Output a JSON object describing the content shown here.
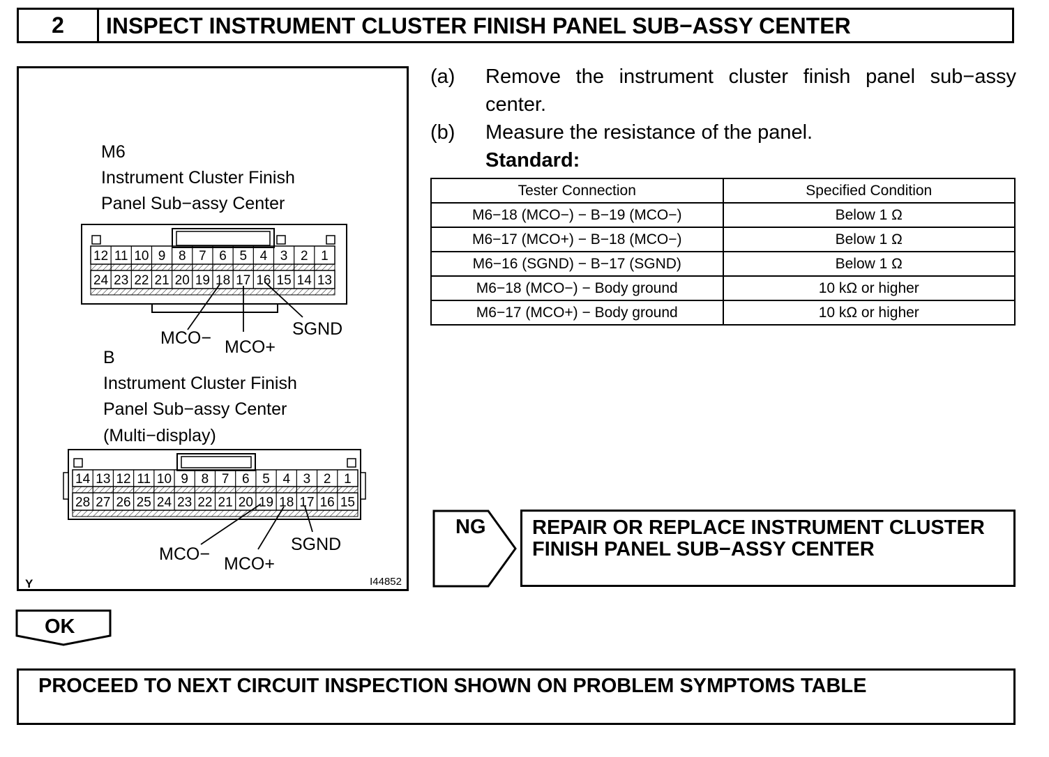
{
  "header": {
    "number": "2",
    "title": "INSPECT INSTRUMENT CLUSTER FINISH PANEL SUB−ASSY CENTER"
  },
  "figure": {
    "connector_m6": {
      "code": "M6",
      "name_line1": "Instrument Cluster Finish",
      "name_line2": "Panel Sub−assy Center",
      "top_pins": [
        "12",
        "11",
        "10",
        "9",
        "8",
        "7",
        "6",
        "5",
        "4",
        "3",
        "2",
        "1"
      ],
      "bottom_pins": [
        "24",
        "23",
        "22",
        "21",
        "20",
        "19",
        "18",
        "17",
        "16",
        "15",
        "14",
        "13"
      ],
      "label_mco_minus": "MCO−",
      "label_mco_plus": "MCO+",
      "label_sgnd": "SGND"
    },
    "connector_b": {
      "code": "B",
      "name_line1": "Instrument Cluster Finish",
      "name_line2": "Panel Sub−assy Center",
      "name_line3": "(Multi−display)",
      "top_pins": [
        "14",
        "13",
        "12",
        "11",
        "10",
        "9",
        "8",
        "7",
        "6",
        "5",
        "4",
        "3",
        "2",
        "1"
      ],
      "bottom_pins": [
        "28",
        "27",
        "26",
        "25",
        "24",
        "23",
        "22",
        "21",
        "20",
        "19",
        "18",
        "17",
        "16",
        "15"
      ],
      "label_mco_minus": "MCO−",
      "label_mco_plus": "MCO+",
      "label_sgnd": "SGND"
    },
    "corner_mark": "Y",
    "figure_id": "I44852"
  },
  "steps": [
    {
      "letter": "(a)",
      "text": "Remove the instrument cluster finish panel sub−assy center."
    },
    {
      "letter": "(b)",
      "text": "Measure the resistance of the panel."
    }
  ],
  "standard_label": "Standard:",
  "table": {
    "headers": [
      "Tester Connection",
      "Specified Condition"
    ],
    "rows": [
      [
        "M6−18 (MCO−) − B−19 (MCO−)",
        "Below 1 Ω"
      ],
      [
        "M6−17 (MCO+) − B−18 (MCO−)",
        "Below 1 Ω"
      ],
      [
        "M6−16 (SGND) − B−17 (SGND)",
        "Below 1 Ω"
      ],
      [
        "M6−18 (MCO−) − Body ground",
        "10 kΩ or higher"
      ],
      [
        "M6−17 (MCO+) − Body ground",
        "10 kΩ or higher"
      ]
    ]
  },
  "ng": {
    "label": "NG",
    "line1": "REPAIR OR REPLACE INSTRUMENT CLUSTER",
    "line2": "FINISH PANEL SUB−ASSY CENTER"
  },
  "ok": {
    "label": "OK"
  },
  "proceed": {
    "text": "PROCEED TO NEXT CIRCUIT INSPECTION SHOWN ON PROBLEM SYMPTOMS TABLE"
  }
}
